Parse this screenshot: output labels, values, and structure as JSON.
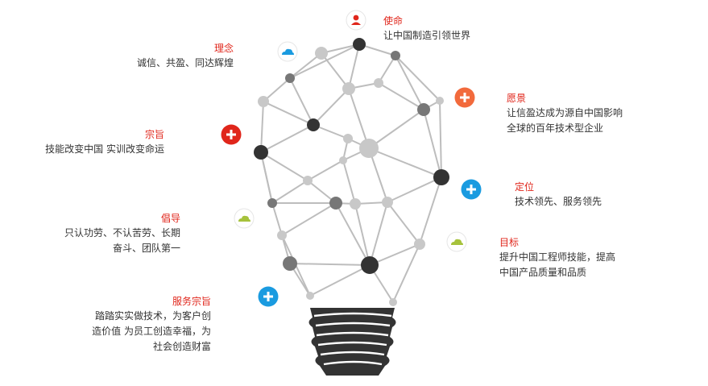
{
  "colors": {
    "accent_red": "#e0261b",
    "blue": "#1a9be0",
    "orange": "#f26a3c",
    "lime": "#a6c23c",
    "bulb_base": "#333333",
    "node_dark": "#333333",
    "node_mid": "#777777",
    "node_light": "#c8c8c8",
    "link": "#bdbdbd"
  },
  "items": {
    "mission": {
      "title": "使命",
      "lines": [
        "让中国制造引领世界"
      ],
      "icon": "user-icon"
    },
    "concept": {
      "title": "理念",
      "lines": [
        "诚信、共盈、同达辉煌"
      ],
      "icon": "cloud-icon"
    },
    "vision": {
      "title": "愿景",
      "lines": [
        "让信盈达成为源自中国影响",
        "全球的百年技术型企业"
      ],
      "icon": "plus-icon"
    },
    "purpose": {
      "title": "宗旨",
      "lines": [
        "技能改变中国 实训改变命运"
      ],
      "icon": "plus-icon"
    },
    "position": {
      "title": "定位",
      "lines": [
        "技术领先、服务领先"
      ],
      "icon": "plus-icon"
    },
    "advocacy": {
      "title": "倡导",
      "lines": [
        "只认功劳、不认苦劳、长期",
        "奋斗、团队第一"
      ],
      "icon": "cloud-icon"
    },
    "goal": {
      "title": "目标",
      "lines": [
        "提升中国工程师技能，提高",
        "中国产品质量和品质"
      ],
      "icon": "cloud-icon"
    },
    "service": {
      "title": "服务宗旨",
      "lines": [
        "踏踏实实做技术，为客户创",
        "造价值 为员工创造幸福，为",
        "社会创造财富"
      ],
      "icon": "plus-icon"
    }
  }
}
